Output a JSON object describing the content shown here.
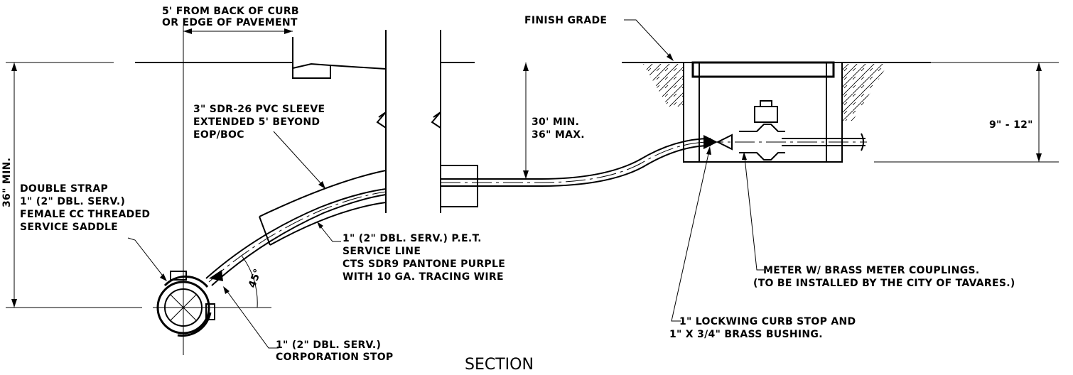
{
  "title": "SECTION",
  "labels": {
    "offset_line1": "5' FROM BACK OF CURB",
    "offset_line2": "OR EDGE OF PAVEMENT",
    "depth_min": "36\" MIN.",
    "finish_grade": "FINISH GRADE",
    "cover_line1": "30' MIN.",
    "cover_line2": "36\" MAX.",
    "box_depth": "9\" - 12\"",
    "sleeve_line1": "3\" SDR-26 PVC SLEEVE",
    "sleeve_line2": "EXTENDED 5' BEYOND",
    "sleeve_line3": "EOP/BOC",
    "saddle_line1": "DOUBLE STRAP",
    "saddle_line2": "1\" (2\" DBL. SERV.)",
    "saddle_line3": "FEMALE CC THREADED",
    "saddle_line4": "SERVICE SADDLE",
    "service_line1": "1\" (2\" DBL. SERV.) P.E.T.",
    "service_line2": "SERVICE LINE",
    "service_line3": "CTS SDR9 PANTONE PURPLE",
    "service_line4": "WITH 10 GA. TRACING WIRE",
    "angle": "45°",
    "corp_line1": "1\" (2\" DBL. SERV.)",
    "corp_line2": "CORPORATION STOP",
    "meter_line1": "METER W/ BRASS METER COUPLINGS.",
    "meter_line2": "(TO BE INSTALLED BY THE CITY OF TAVARES.)",
    "curbstop_line1": "1\" LOCKWING CURB STOP AND",
    "curbstop_line2": "1\" X 3/4\" BRASS BUSHING."
  }
}
